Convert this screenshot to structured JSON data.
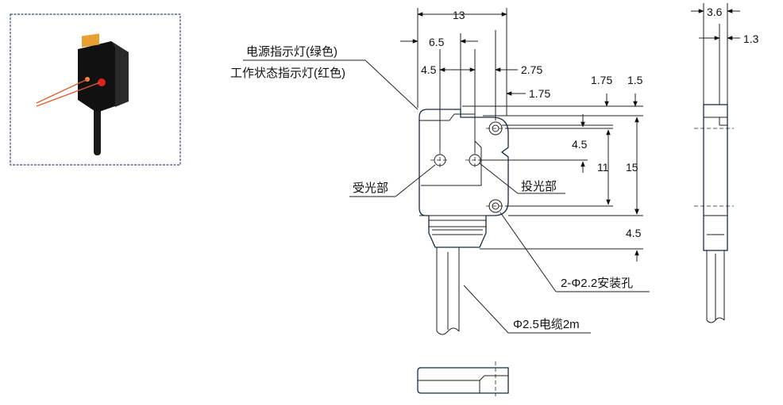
{
  "labels": {
    "indicator_power": "电源指示灯(绿色)",
    "indicator_status": "工作状态指示灯(红色)",
    "receiver": "受光部",
    "emitter": "投光部",
    "mount_holes": "2-Φ2.2安装孔",
    "cable": "Φ2.5电缆2m"
  },
  "dimensions": {
    "width_13": "13",
    "d_6_5": "6.5",
    "d_4_5_top": "4.5",
    "d_2_75": "2.75",
    "d_1_75_right": "1.75",
    "d_1_75_top": "1.75",
    "d_1_5": "1.5",
    "d_4_5_mid": "4.5",
    "d_11": "11",
    "d_15": "15",
    "d_4_5_bottom": "4.5",
    "side_3_6": "3.6",
    "side_1_3": "1.3"
  },
  "colors": {
    "outline": "#1a2a4a",
    "photo_border": "#3b4a6b",
    "beam": "#e05a2a",
    "indicator_amber": "#e8a030",
    "indicator_red": "#e02020"
  },
  "photo": {
    "icon": "sensor-photo-icon"
  }
}
